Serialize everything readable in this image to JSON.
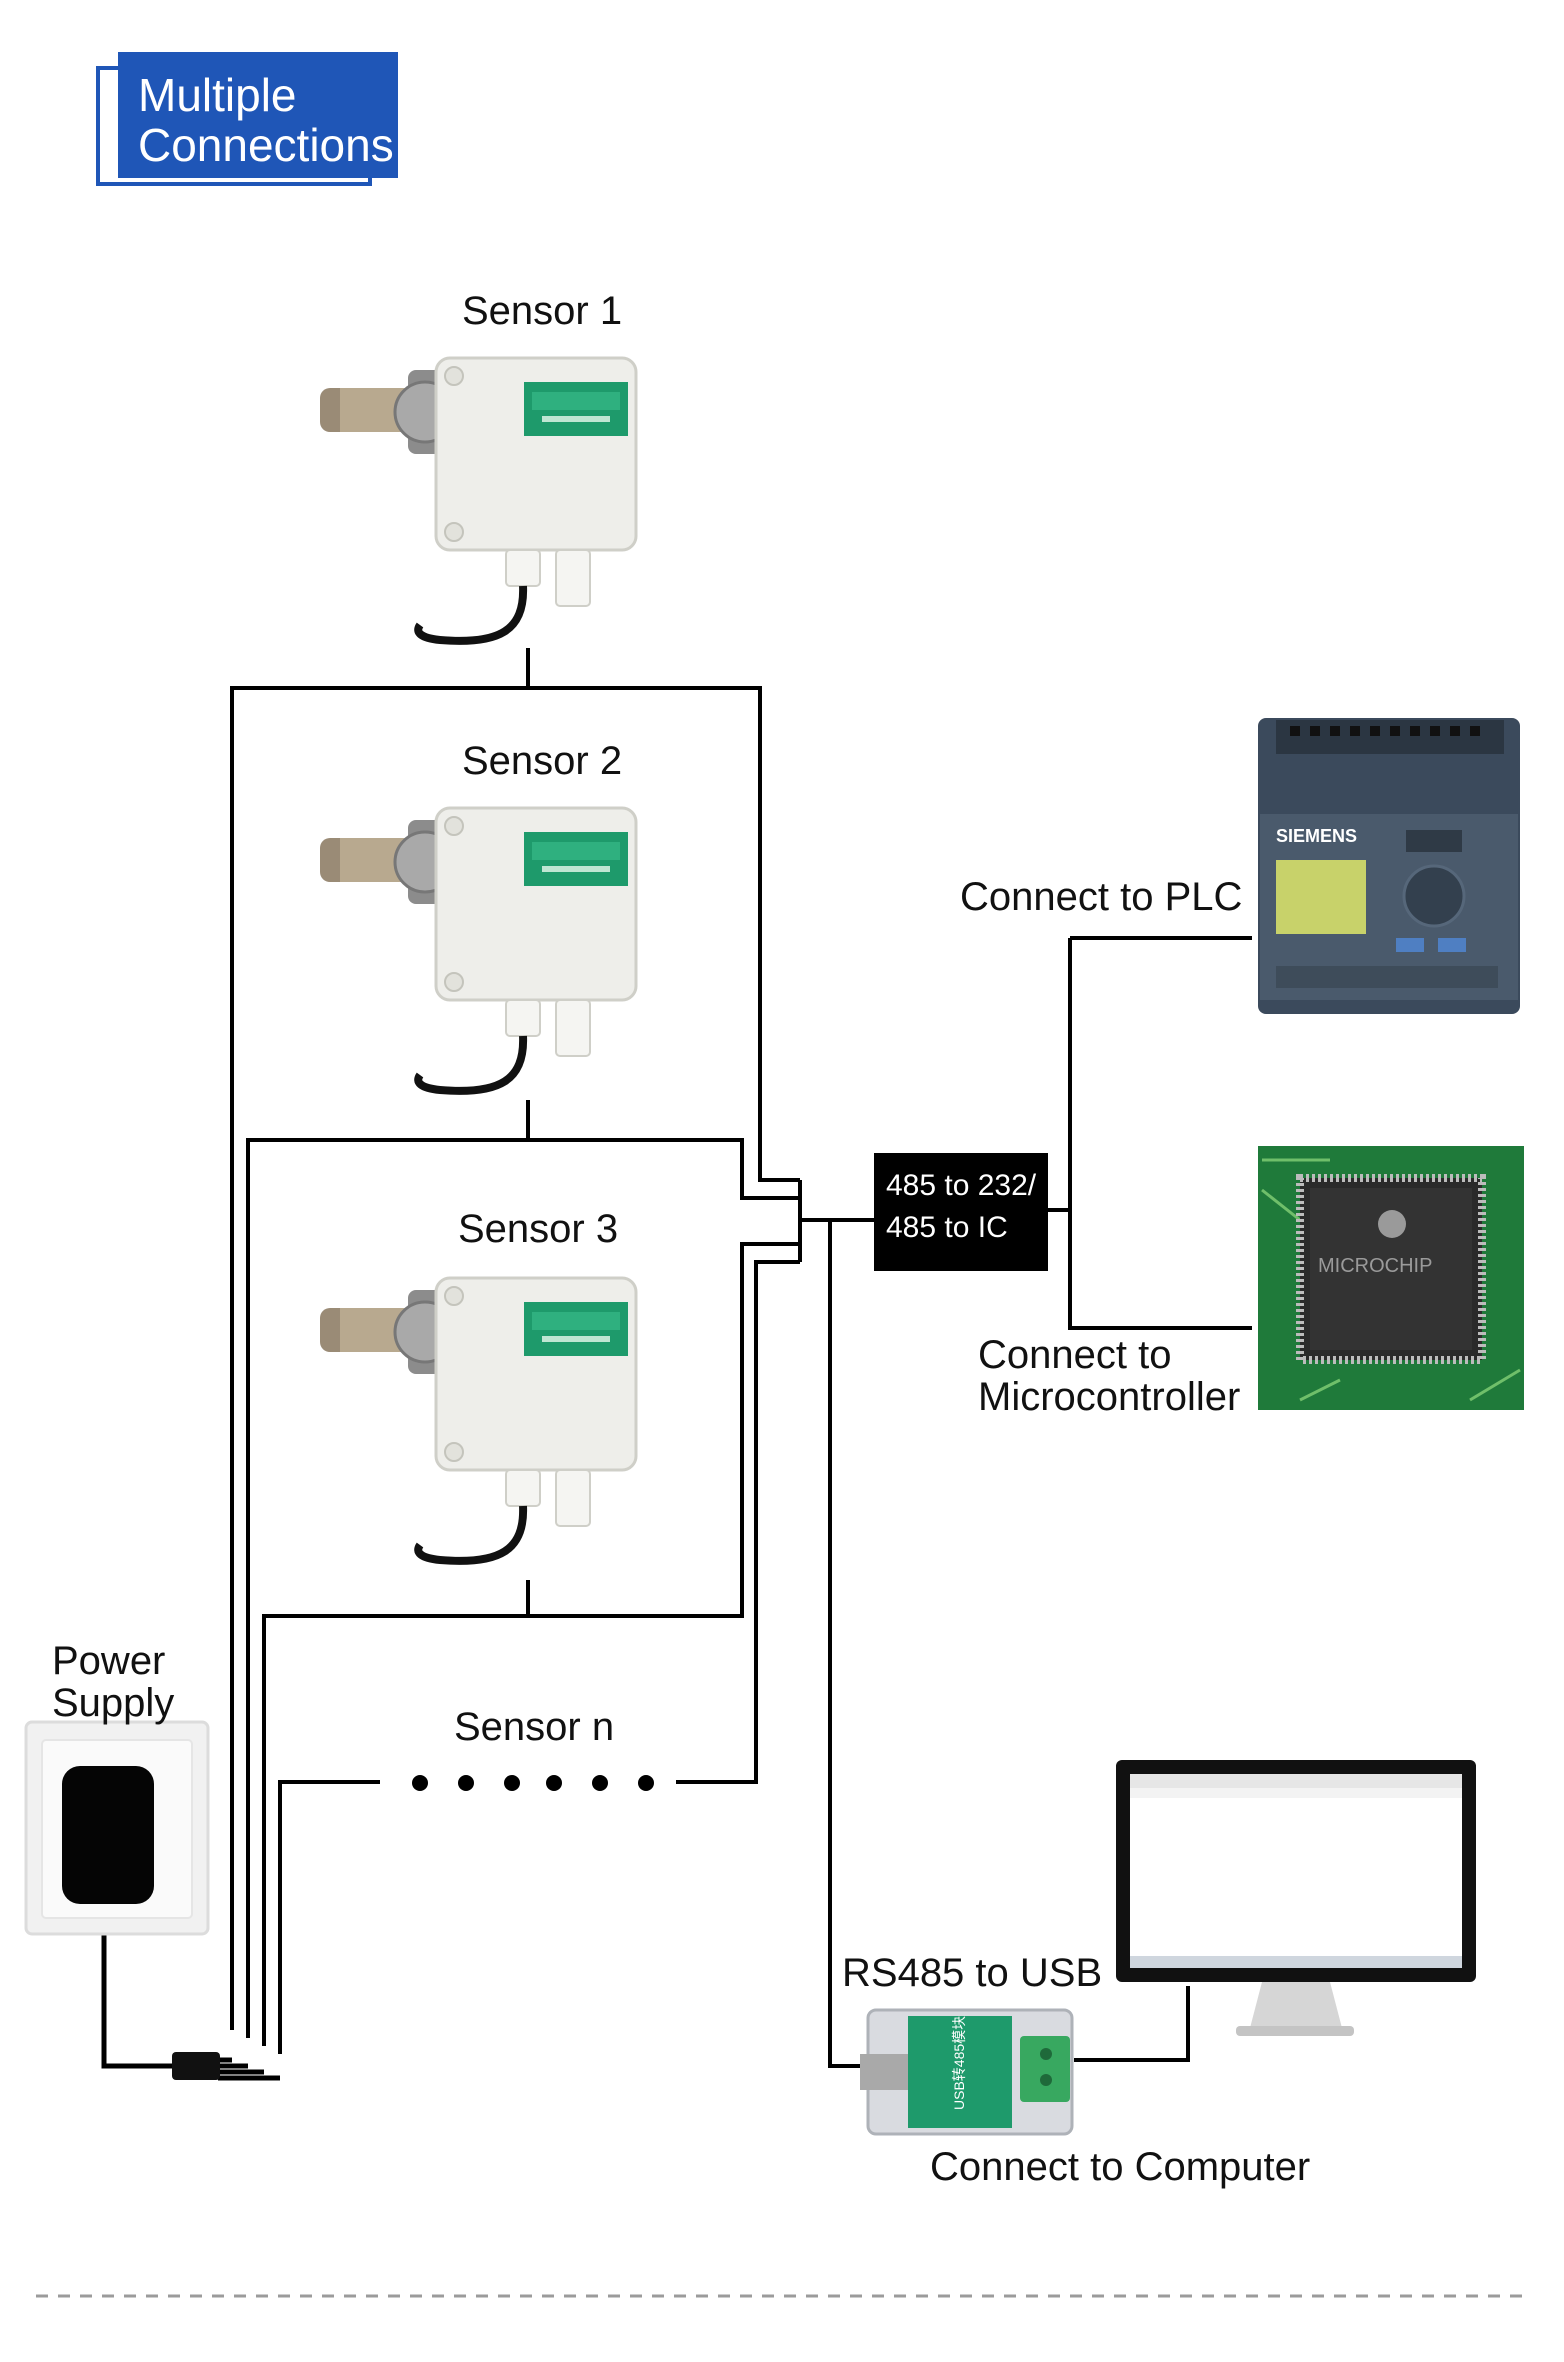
{
  "title": {
    "line1": "Multiple",
    "line2": "Connections"
  },
  "sensors": {
    "s1": "Sensor 1",
    "s2": "Sensor 2",
    "s3": "Sensor 3",
    "sn": "Sensor n"
  },
  "device_text": {
    "plc_brand": "SIEMENS",
    "chip_brand": "MICROCHIP",
    "usb_module": "USB转485模块"
  },
  "power_supply": {
    "line1": "Power",
    "line2": "Supply"
  },
  "converter": {
    "line1": "485 to 232/",
    "line2": "485 to IC"
  },
  "targets": {
    "plc": "Connect to PLC",
    "mcu_line1": "Connect to",
    "mcu_line2": "Microcontroller",
    "usb": "RS485 to USB",
    "computer": "Connect to Computer"
  },
  "colors": {
    "title_bg": "#1f56b7",
    "sensor_body": "#eeeeea",
    "sensor_label": "#1e9a6b",
    "plc_body": "#3b4a5c",
    "pcb_green": "#1f7a3a",
    "wire": "#000000"
  }
}
